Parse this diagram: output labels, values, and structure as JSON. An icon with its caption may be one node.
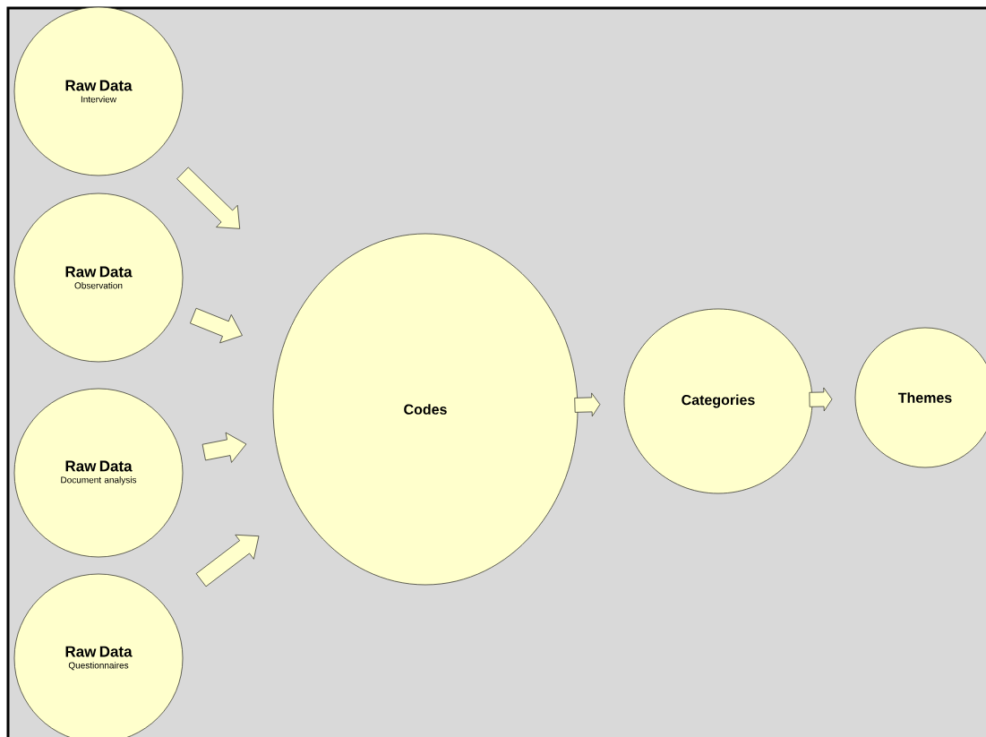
{
  "diagram": {
    "nodes": [
      {
        "text": [
          "Raw Data",
          "Interview"
        ]
      },
      {
        "text": [
          "Raw Data",
          "Observation"
        ]
      },
      {
        "text": [
          "Raw Data",
          "Document analysis"
        ]
      },
      {
        "text": [
          "Raw Data",
          "Questionnaires"
        ]
      },
      {
        "text": [
          "Codes"
        ]
      },
      {
        "text": [
          "Categories"
        ]
      },
      {
        "text": [
          "Themes"
        ]
      }
    ],
    "edges": [
      {
        "from": 0,
        "to": 4,
        "arrow": "to"
      },
      {
        "from": 1,
        "to": 4,
        "arrow": "to"
      },
      {
        "from": 2,
        "to": 4,
        "arrow": "to"
      },
      {
        "from": 3,
        "to": 4,
        "arrow": "to"
      },
      {
        "from": 4,
        "to": 5,
        "arrow": "to"
      },
      {
        "from": 5,
        "to": 6,
        "arrow": "to"
      }
    ]
  }
}
